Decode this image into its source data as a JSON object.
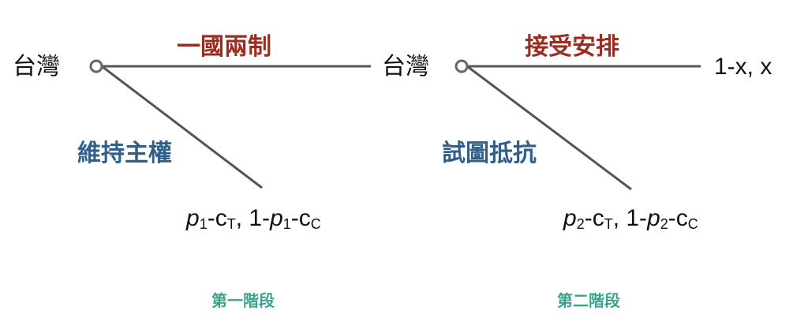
{
  "stage1": {
    "player": "台灣",
    "branch_top": "一國兩制",
    "branch_bottom": "維持主權",
    "payoff": {
      "p": "p",
      "p_sub": "1",
      "c1": "-c",
      "c1_sub": "T",
      "sep": ", 1-",
      "p2": "p",
      "p2_sub": "1",
      "c2": "-c",
      "c2_sub": "C"
    },
    "label": "第一階段"
  },
  "stage2": {
    "player": "台灣",
    "branch_top": "接受安排",
    "branch_bottom": "試圖抵抗",
    "payoff_top": "1-x, x",
    "payoff": {
      "p": "p",
      "p_sub": "2",
      "c1": "-c",
      "c1_sub": "T",
      "sep": ", 1-",
      "p2": "p",
      "p2_sub": "2",
      "c2": "-c",
      "c2_sub": "C"
    },
    "label": "第二階段"
  },
  "colors": {
    "accept": "#9b2d20",
    "resist": "#2f5f8a",
    "stage": "#3aa38e",
    "line": "#555555"
  }
}
